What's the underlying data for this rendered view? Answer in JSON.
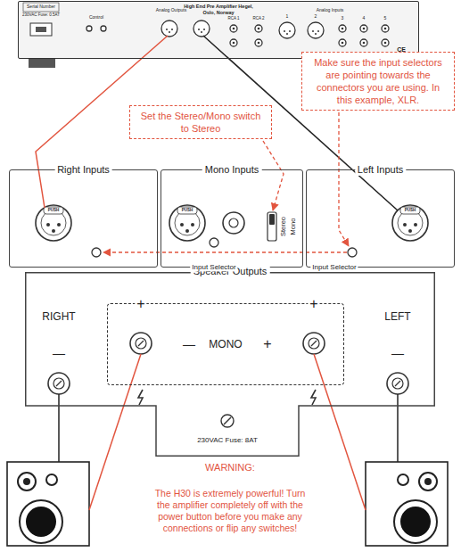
{
  "diagram": {
    "nodes": [
      {
        "text": [
          "High End Pre Amplifier Hegel, Oslo, Norway"
        ]
      },
      {
        "text": [
          "Set the Stereo/Mono switch to Stereo"
        ]
      },
      {
        "text": [
          "Make sure the input selectors are pointing towards the connectors you are using. In this example, XLR."
        ]
      },
      {
        "text": [
          "Right Inputs"
        ]
      },
      {
        "text": [
          "Mono Inputs"
        ]
      },
      {
        "text": [
          "Left Inputs"
        ]
      },
      {
        "text": [
          "Speaker Outputs"
        ]
      },
      {
        "text": [
          "MONO"
        ],
        "in": 6
      }
    ],
    "labels": [
      "Serial Number",
      "230VAC Fuse: 0.5AT",
      "Control",
      "Analog Outputs",
      "Analog Inputs",
      "RCA 1",
      "RCA 2",
      "1",
      "2",
      "3",
      "4",
      "5",
      "CE",
      "PUSH",
      "PUSH",
      "PUSH",
      "Stereo",
      "Mono",
      "Input Selector",
      "Input Selector",
      "RIGHT",
      "LEFT",
      "—",
      "+",
      "—",
      "+",
      "+",
      "—",
      "230VAC Fuse: 8AT",
      "WARNING:",
      "The H30 is extremely powerful! Turn the amplifier completely off with the power button before you make any connections or flip any switches!"
    ]
  }
}
